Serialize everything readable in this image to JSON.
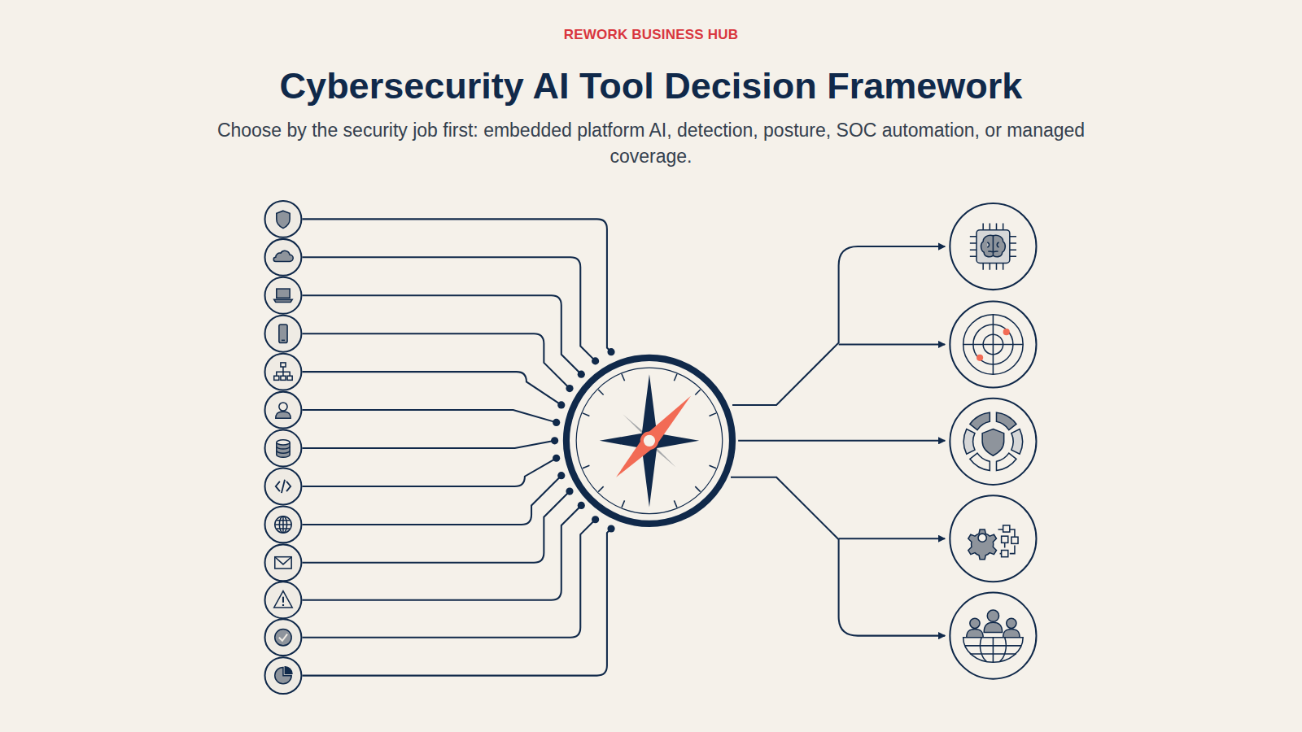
{
  "diagram": {
    "title": "Cybersecurity AI Tool Decision Framework",
    "labels": [
      "REWORK BUSINESS HUB",
      "Choose by the security job first: embedded platform AI, detection, posture, SOC automation, or managed coverage."
    ]
  }
}
